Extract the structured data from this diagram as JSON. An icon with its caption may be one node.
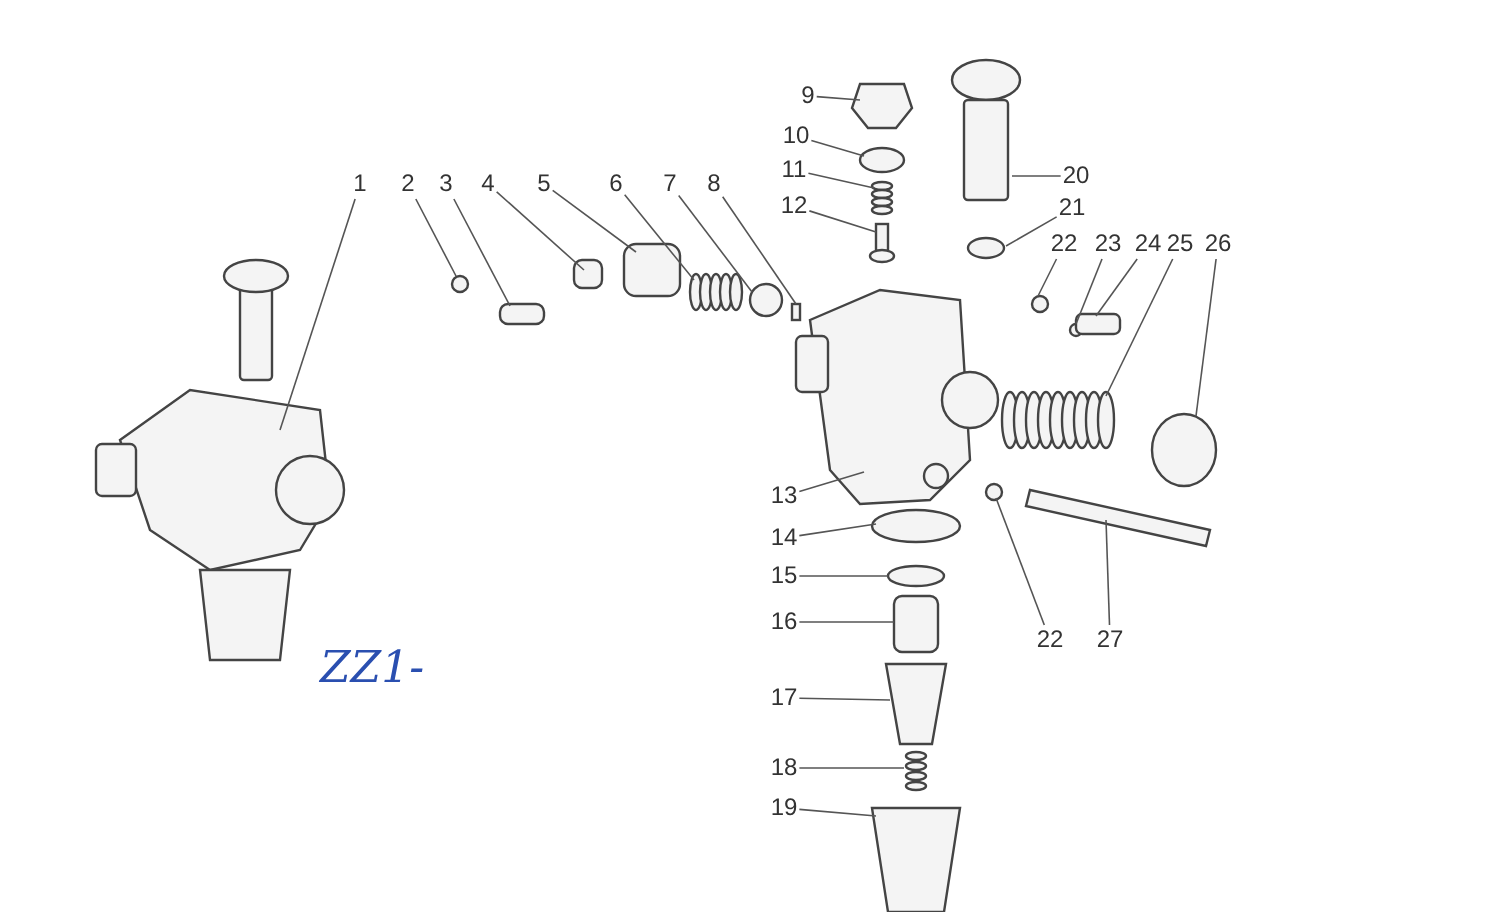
{
  "diagram": {
    "nodes": [
      {
        "text": [
          "1"
        ]
      },
      {
        "text": [
          "2"
        ]
      },
      {
        "text": [
          "3"
        ]
      },
      {
        "text": [
          "4"
        ]
      },
      {
        "text": [
          "5"
        ]
      },
      {
        "text": [
          "6"
        ]
      },
      {
        "text": [
          "7"
        ]
      },
      {
        "text": [
          "8"
        ]
      },
      {
        "text": [
          "9"
        ]
      },
      {
        "text": [
          "10"
        ]
      },
      {
        "text": [
          "11"
        ]
      },
      {
        "text": [
          "12"
        ]
      },
      {
        "text": [
          "20"
        ]
      },
      {
        "text": [
          "21"
        ]
      },
      {
        "text": [
          "22"
        ]
      },
      {
        "text": [
          "23"
        ]
      },
      {
        "text": [
          "24"
        ]
      },
      {
        "text": [
          "25"
        ]
      },
      {
        "text": [
          "26"
        ]
      },
      {
        "text": [
          "13"
        ]
      },
      {
        "text": [
          "14"
        ]
      },
      {
        "text": [
          "15"
        ]
      },
      {
        "text": [
          "16"
        ]
      },
      {
        "text": [
          "17"
        ]
      },
      {
        "text": [
          "18"
        ]
      },
      {
        "text": [
          "19"
        ]
      },
      {
        "text": [
          "22"
        ]
      },
      {
        "text": [
          "27"
        ]
      }
    ],
    "edges": [
      {
        "from": 0,
        "to": null,
        "arrow": "none"
      },
      {
        "from": 1,
        "to": null,
        "arrow": "none"
      },
      {
        "from": 2,
        "to": null,
        "arrow": "none"
      },
      {
        "from": 3,
        "to": null,
        "arrow": "none"
      },
      {
        "from": 4,
        "to": null,
        "arrow": "none"
      },
      {
        "from": 5,
        "to": null,
        "arrow": "none"
      },
      {
        "from": 6,
        "to": null,
        "arrow": "none"
      },
      {
        "from": 7,
        "to": null,
        "arrow": "none"
      },
      {
        "from": 8,
        "to": null,
        "arrow": "none"
      },
      {
        "from": 9,
        "to": null,
        "arrow": "none"
      },
      {
        "from": 10,
        "to": null,
        "arrow": "none"
      },
      {
        "from": 11,
        "to": null,
        "arrow": "none"
      },
      {
        "from": 12,
        "to": null,
        "arrow": "none"
      },
      {
        "from": 13,
        "to": null,
        "arrow": "none"
      },
      {
        "from": 14,
        "to": null,
        "arrow": "none"
      },
      {
        "from": 15,
        "to": null,
        "arrow": "none"
      },
      {
        "from": 16,
        "to": null,
        "arrow": "none"
      },
      {
        "from": 17,
        "to": null,
        "arrow": "none"
      },
      {
        "from": 18,
        "to": null,
        "arrow": "none"
      },
      {
        "from": 19,
        "to": null,
        "arrow": "none"
      },
      {
        "from": 20,
        "to": null,
        "arrow": "none"
      },
      {
        "from": 21,
        "to": null,
        "arrow": "none"
      },
      {
        "from": 22,
        "to": null,
        "arrow": "none"
      },
      {
        "from": 23,
        "to": null,
        "arrow": "none"
      },
      {
        "from": 24,
        "to": null,
        "arrow": "none"
      },
      {
        "from": 25,
        "to": null,
        "arrow": "none"
      },
      {
        "from": 26,
        "to": null,
        "arrow": "none"
      },
      {
        "from": 27,
        "to": null,
        "arrow": "none"
      }
    ],
    "labels": [
      "ZZ1-"
    ]
  }
}
